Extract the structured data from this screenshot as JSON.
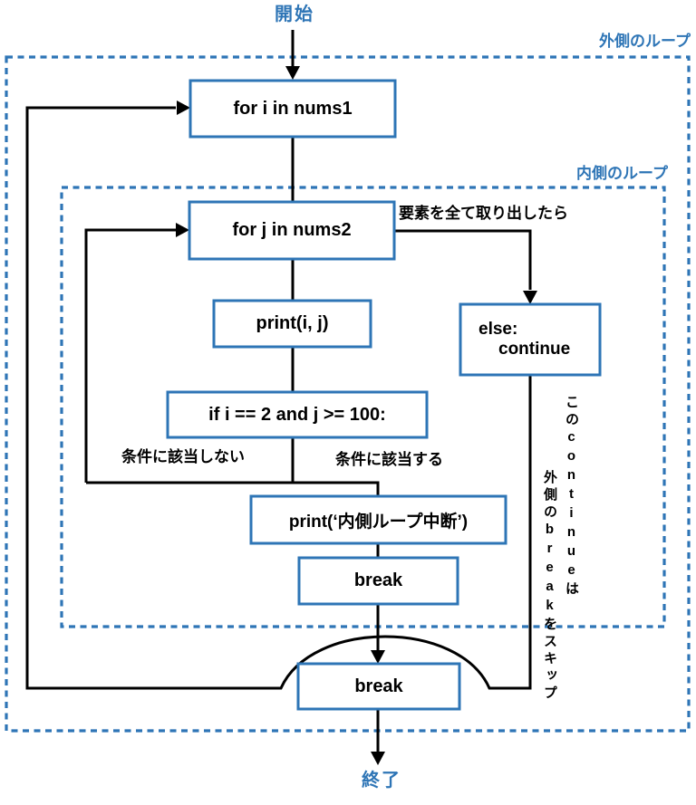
{
  "diagram": {
    "start_label": "開始",
    "end_label": "終了",
    "loops": {
      "outer_label": "外側のループ",
      "inner_label": "内側のループ"
    },
    "nodes": {
      "for_i": "for i in nums1",
      "for_j": "for j in nums2",
      "print_ij": "print(i, j)",
      "if_cond": "if i == 2 and j >= 100:",
      "else_keyword": "else:",
      "else_body": "continue",
      "print_break": "print(‘内側ループ中断’)",
      "break_inner": "break",
      "break_outer": "break"
    },
    "edge_labels": {
      "exhausted": "要素を全て取り出したら",
      "cond_false": "条件に該当しない",
      "cond_true": "条件に該当する"
    },
    "annotation": {
      "line1": "このcontinueは",
      "line2": "外側のbreakをスキップ"
    },
    "colors": {
      "accent_blue": "#2E75B6",
      "line_black": "#000000"
    }
  }
}
